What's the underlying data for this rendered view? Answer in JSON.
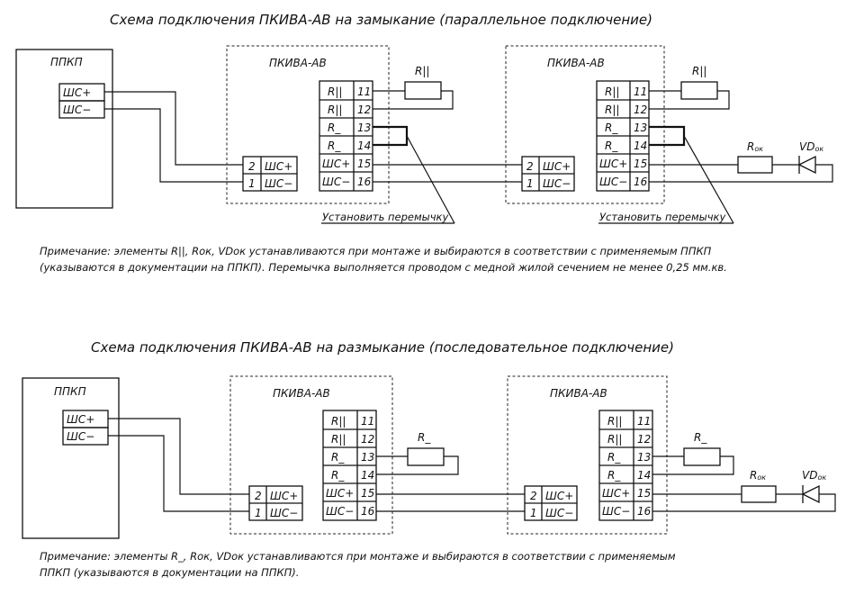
{
  "diagram1": {
    "title": "Схема подключения ПКИВА-АВ на замыкание (параллельное подключение)",
    "panel_label": "ППКП",
    "panel_terms": [
      "ШС+",
      "ШС−"
    ],
    "device_label": "ПКИВА-АВ",
    "input_rows": [
      {
        "num": "2",
        "label": "ШС+"
      },
      {
        "num": "1",
        "label": "ШС−"
      }
    ],
    "terminal_rows": [
      {
        "label": "R||",
        "num": "11"
      },
      {
        "label": "R||",
        "num": "12"
      },
      {
        "label": "R_",
        "num": "13"
      },
      {
        "label": "R_",
        "num": "14"
      },
      {
        "label": "ШС+",
        "num": "15"
      },
      {
        "label": "ШС−",
        "num": "16"
      }
    ],
    "resistor_label": "R||",
    "jumper_label": "Установить перемычку",
    "rok_main": "R",
    "rok_sub": "ок",
    "vd_main": "VD",
    "vd_sub": "ок",
    "note_line1": "Примечание: элементы R||, Rок, VDок устанавливаются при монтаже и выбираются в соответствии с применяемым ППКП",
    "note_line2": "(указываются в документации на ППКП). Перемычка выполняется проводом с медной жилой сечением не менее 0,25 мм.кв."
  },
  "diagram2": {
    "title": "Схема подключения ПКИВА-АВ на размыкание (последовательное подключение)",
    "panel_label": "ППКП",
    "panel_terms": [
      "ШС+",
      "ШС−"
    ],
    "device_label": "ПКИВА-АВ",
    "input_rows": [
      {
        "num": "2",
        "label": "ШС+"
      },
      {
        "num": "1",
        "label": "ШС−"
      }
    ],
    "terminal_rows": [
      {
        "label": "R||",
        "num": "11"
      },
      {
        "label": "R||",
        "num": "12"
      },
      {
        "label": "R_",
        "num": "13"
      },
      {
        "label": "R_",
        "num": "14"
      },
      {
        "label": "ШС+",
        "num": "15"
      },
      {
        "label": "ШС−",
        "num": "16"
      }
    ],
    "resistor_label": "R_",
    "rok_main": "R",
    "rok_sub": "ок",
    "vd_main": "VD",
    "vd_sub": "ок",
    "note_line1": "Примечание: элементы R_, Rок, VDок устанавливаются при монтаже и выбираются в соответствии с применяемым",
    "note_line2": "ППКП (указываются в документации на ППКП)."
  }
}
